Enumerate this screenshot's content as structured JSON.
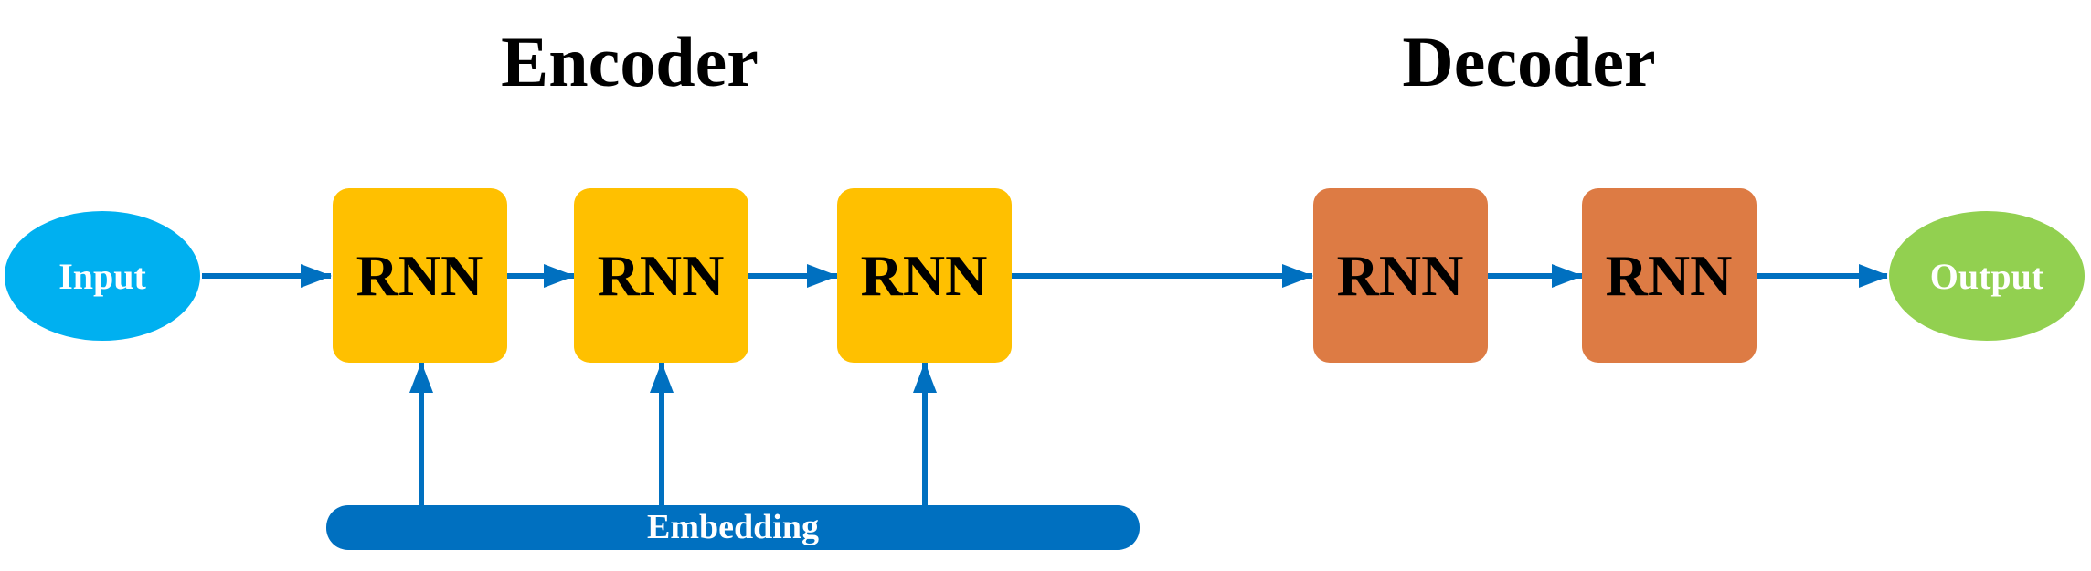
{
  "titles": {
    "encoder": "Encoder",
    "decoder": "Decoder"
  },
  "nodes": {
    "input": "Input",
    "output": "Output",
    "encoder_rnn": [
      "RNN",
      "RNN",
      "RNN"
    ],
    "decoder_rnn": [
      "RNN",
      "RNN"
    ],
    "embedding": "Embedding"
  },
  "colors": {
    "input_fill": "#00b0f0",
    "output_fill": "#92d050",
    "encoder_fill": "#ffc000",
    "decoder_fill": "#dd7b44",
    "embedding_fill": "#0070c0",
    "arrow": "#0070c0"
  }
}
